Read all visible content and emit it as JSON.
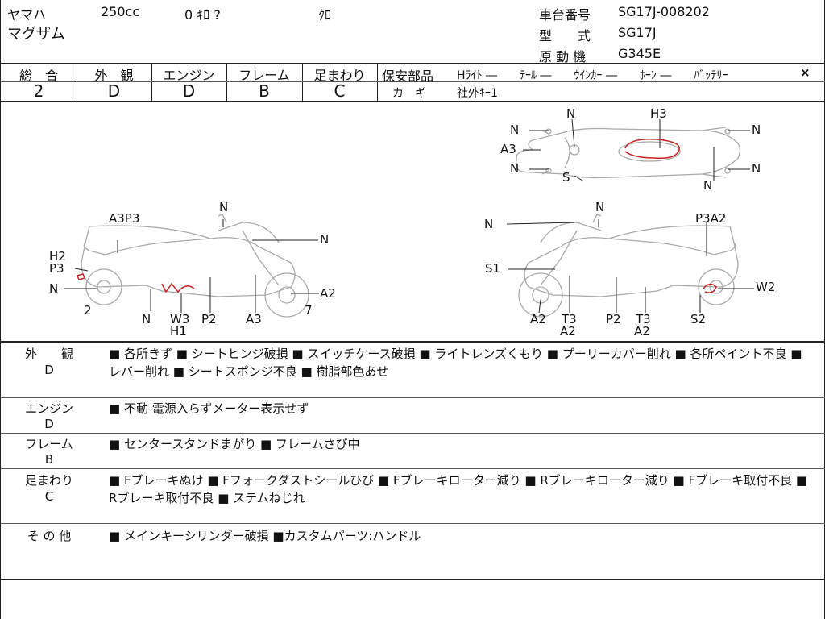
{
  "header": {
    "maker": "ヤマハ",
    "displacement": "250cc",
    "mileage": "0 ｷﾛ ?",
    "color": "ｸﾛ",
    "model_name": "マグザム",
    "chassis_label": "車台番号",
    "chassis_value": "SG17J-008202",
    "type_label": "型　　式",
    "type_value": "SG17J",
    "engine_label": "原 動 機",
    "engine_value": "G345E"
  },
  "grades": [
    {
      "label": "総　合",
      "value": "2"
    },
    {
      "label": "外　観",
      "value": "D"
    },
    {
      "label": "エンジン",
      "value": "D"
    },
    {
      "label": "フレーム",
      "value": "B"
    },
    {
      "label": "足まわり",
      "value": "C"
    }
  ],
  "safety": {
    "label": "保安部品",
    "items": "Hﾗｲﾄ ―　　ﾃｰﾙ ―　　ｳｲﾝｶｰ ―　　ﾎｰﾝ ―　　ﾊﾞｯﾃﾘｰ",
    "battery_mark": "×",
    "key_label": "カ　ギ",
    "key_value": "社外ｷｰ1"
  },
  "diagram": {
    "top": {
      "labels": [
        "N",
        "N",
        "H3",
        "N",
        "A3",
        "N",
        "N",
        "S",
        "N"
      ]
    },
    "left": {
      "labels": [
        "N",
        "A3P3",
        "N",
        "H2",
        "P3",
        "N",
        "2",
        "N",
        "W3",
        "H1",
        "P2",
        "A3",
        "7",
        "A2"
      ]
    },
    "right": {
      "labels": [
        "N",
        "N",
        "P3A2",
        "S1",
        "W2",
        "A2",
        "T3",
        "A2",
        "P2",
        "T3",
        "A2",
        "S2"
      ]
    }
  },
  "sections": [
    {
      "label": "外　　観",
      "grade": "D",
      "text": "■ 各所きず ■ シートヒンジ破損 ■ スイッチケース破損 ■ ライトレンズくもり ■ プーリーカバー削れ ■ 各所ペイント不良 ■ レバー削れ ■ シートスポンジ不良 ■ 樹脂部色あせ"
    },
    {
      "label": "エンジン",
      "grade": "D",
      "text": "■ 不動 電源入らずメーター表示せず"
    },
    {
      "label": "フレーム",
      "grade": "B",
      "text": "■ センタースタンドまがり ■ フレームさび中"
    },
    {
      "label": "足まわり",
      "grade": "C",
      "text": "■ Fブレーキぬけ ■ Fフォークダストシールひび ■ Fブレーキローター減り ■ Rブレーキローター減り ■ Fブレーキ取付不良 ■ Rブレーキ取付不良 ■ ステムねじれ"
    },
    {
      "label": "そ の 他",
      "grade": "",
      "text": "■ メインキーシリンダー破損 ■カスタムパーツ:ハンドル"
    }
  ],
  "colors": {
    "line": "#222222",
    "damage_mark": "#cc2222"
  }
}
